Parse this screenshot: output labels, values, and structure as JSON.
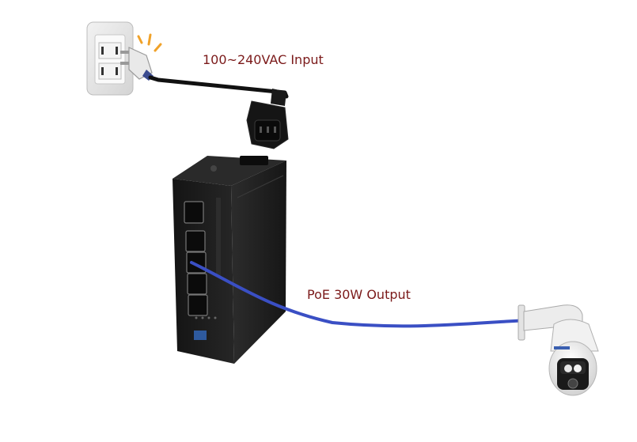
{
  "labels": {
    "power_input": "100~240VAC Input",
    "poe_output": "PoE 30W Output"
  },
  "colors": {
    "label_text": "#7b1a1a",
    "poe_cable": "#3a4fc4",
    "power_cable": "#111111",
    "switch_body": "#1c1c1c",
    "outlet_plate": "#e6e6e6",
    "spark": "#f0a22a"
  },
  "icons": {
    "outlet": "wall-outlet-icon",
    "plug": "power-plug-icon",
    "connector": "iec-connector-icon",
    "switch": "industrial-poe-switch",
    "camera": "ptz-camera-icon"
  }
}
